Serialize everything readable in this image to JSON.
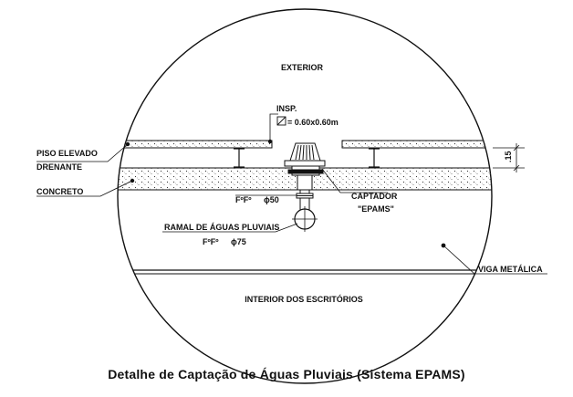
{
  "labels": {
    "exterior": "EXTERIOR",
    "insp": "INSP.",
    "insp_size": "= 0.60x0.60m",
    "piso_line1": "PISO ELEVADO",
    "piso_line2": "DRENANTE",
    "concreto": "CONCRETO",
    "fofo_50": "FºFº",
    "dia_50": "ϕ50",
    "captador": "CAPTADOR",
    "epams": "\"EPAMS\"",
    "ramal": "RAMAL DE ÁGUAS PLUVIAIS",
    "fofo_75": "FºFº",
    "dia_75": "ϕ75",
    "dim_15": ".15",
    "viga": "VIGA METÁLICA",
    "interior": "INTERIOR DOS ESCRITÓRIOS"
  },
  "caption": "Detalhe de Captação de Águas Pluviais (Sistema EPAMS)",
  "colors": {
    "line": "#111111",
    "background": "#ffffff"
  }
}
